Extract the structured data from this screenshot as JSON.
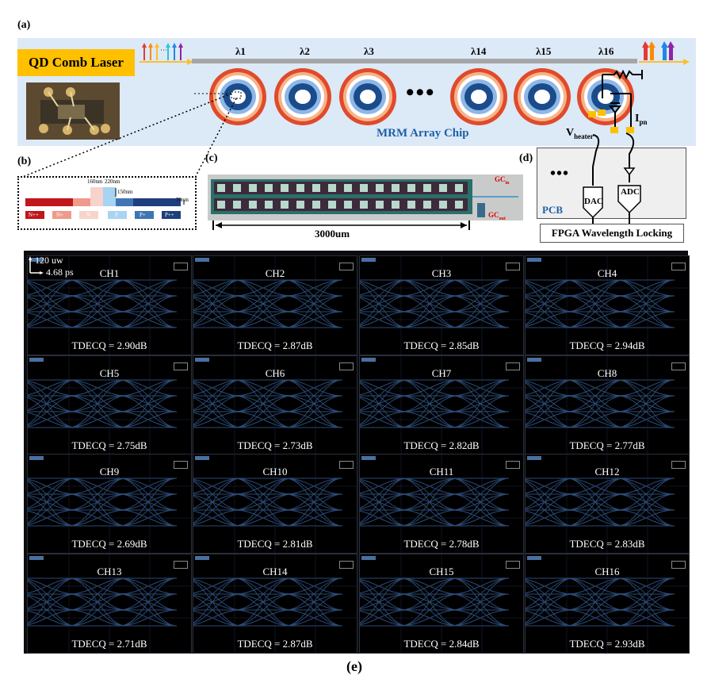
{
  "labels": {
    "a": "(a)",
    "b": "(b)",
    "c": "(c)",
    "d": "(d)",
    "e": "(e)"
  },
  "panel_a": {
    "laser_title": "QD Comb Laser",
    "chip_title": "MRM Array Chip",
    "wavelengths": [
      "λ1",
      "λ2",
      "λ3",
      "λ14",
      "λ15",
      "λ16"
    ],
    "ellipsis": "•••"
  },
  "panel_b": {
    "dims": [
      "160nm",
      "220nm",
      "150nm",
      "70nm"
    ],
    "dopings": [
      "N++",
      "N+",
      "N",
      "P",
      "P+",
      "P++"
    ]
  },
  "panel_c": {
    "length": "3000um",
    "gc_in": "GC",
    "gc_in_sub": "in",
    "gc_out": "GC",
    "gc_out_sub": "out"
  },
  "panel_d": {
    "v_heater": "V",
    "v_heater_sub": "heater",
    "i_pn": "I",
    "i_pn_sub": "pn",
    "pcb": "PCB",
    "dac": "DAC",
    "adc": "ADC",
    "fpga": "FPGA Wavelength Locking",
    "ellipsis": "•••"
  },
  "panel_e": {
    "scale_y": "120 uw",
    "scale_x": "4.68 ps",
    "channels": [
      {
        "name": "CH1",
        "tdecq": "TDECQ = 2.90dB"
      },
      {
        "name": "CH2",
        "tdecq": "TDECQ = 2.87dB"
      },
      {
        "name": "CH3",
        "tdecq": "TDECQ = 2.85dB"
      },
      {
        "name": "CH4",
        "tdecq": "TDECQ = 2.94dB"
      },
      {
        "name": "CH5",
        "tdecq": "TDECQ = 2.75dB"
      },
      {
        "name": "CH6",
        "tdecq": "TDECQ = 2.73dB"
      },
      {
        "name": "CH7",
        "tdecq": "TDECQ = 2.82dB"
      },
      {
        "name": "CH8",
        "tdecq": "TDECQ = 2.77dB"
      },
      {
        "name": "CH9",
        "tdecq": "TDECQ = 2.69dB"
      },
      {
        "name": "CH10",
        "tdecq": "TDECQ = 2.81dB"
      },
      {
        "name": "CH11",
        "tdecq": "TDECQ = 2.78dB"
      },
      {
        "name": "CH12",
        "tdecq": "TDECQ = 2.83dB"
      },
      {
        "name": "CH13",
        "tdecq": "TDECQ = 2.71dB"
      },
      {
        "name": "CH14",
        "tdecq": "TDECQ = 2.87dB"
      },
      {
        "name": "CH15",
        "tdecq": "TDECQ = 2.84dB"
      },
      {
        "name": "CH16",
        "tdecq": "TDECQ = 2.93dB"
      }
    ]
  },
  "colors": {
    "panel_bg": "#dce9f7",
    "laser_bg": "#ffc000",
    "chip_title": "#1f5fa8",
    "ring_outer": "#e04a2a",
    "ring_mid": "#f6b38a",
    "ring_blue": "#1a4c8c",
    "eye_trace": "#4f86d6"
  }
}
